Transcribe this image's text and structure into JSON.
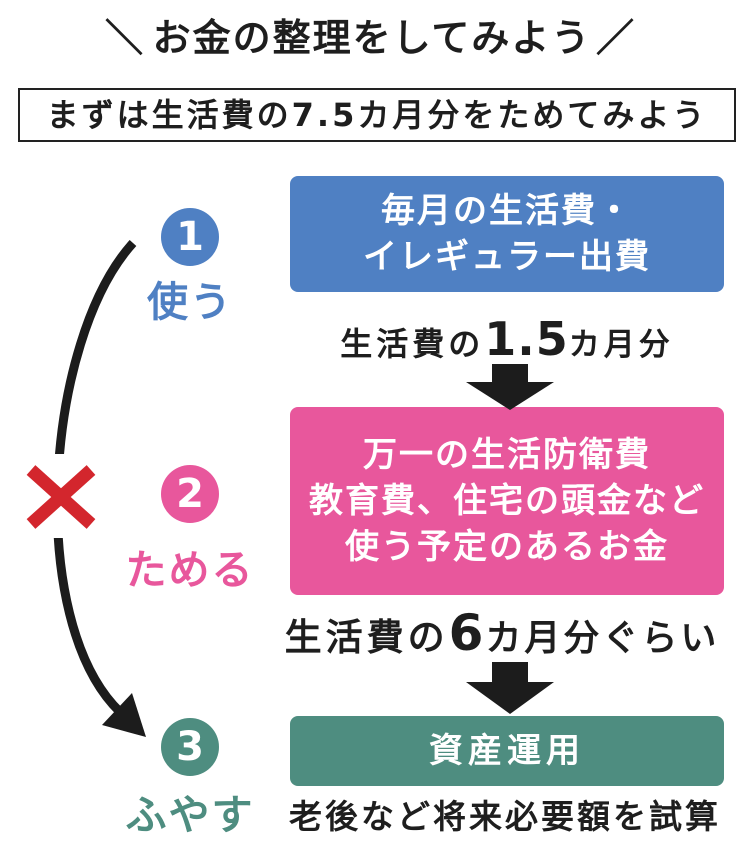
{
  "header": {
    "slash_left": "＼",
    "title": "お金の整理をしてみよう",
    "slash_right": "／"
  },
  "subtitle": "まずは生活費の7.5カ月分をためてみよう",
  "steps": [
    {
      "number": "1",
      "verb": "使う",
      "color": "#4f80c3",
      "box_lines": [
        "毎月の生活費・",
        "イレギュラー出費"
      ],
      "note": {
        "pre": "生活費の",
        "num": "1.5",
        "post": "カ月分"
      }
    },
    {
      "number": "2",
      "verb": "ためる",
      "color": "#e8579c",
      "box_lines": [
        "万一の生活防衛費",
        "教育費、住宅の頭金など",
        "使う予定のあるお金"
      ],
      "note": {
        "pre": "生活費の",
        "num": "6",
        "post": "カ月分ぐらい"
      }
    },
    {
      "number": "3",
      "verb": "ふやす",
      "color": "#4e8d80",
      "box_lines": [
        "資産運用"
      ],
      "note": {
        "text": "老後など将来必要額を試算"
      }
    }
  ],
  "flow": {
    "arrow_icon": "curved-arrow-icon",
    "blocked_icon": "cross-icon",
    "step_arrow_icon": "down-arrow-icon",
    "arrow_color": "#1c1c1c",
    "cross_color": "#d3262d"
  },
  "colors": {
    "text": "#1e1e1e",
    "border": "#222222",
    "background": "#ffffff"
  }
}
